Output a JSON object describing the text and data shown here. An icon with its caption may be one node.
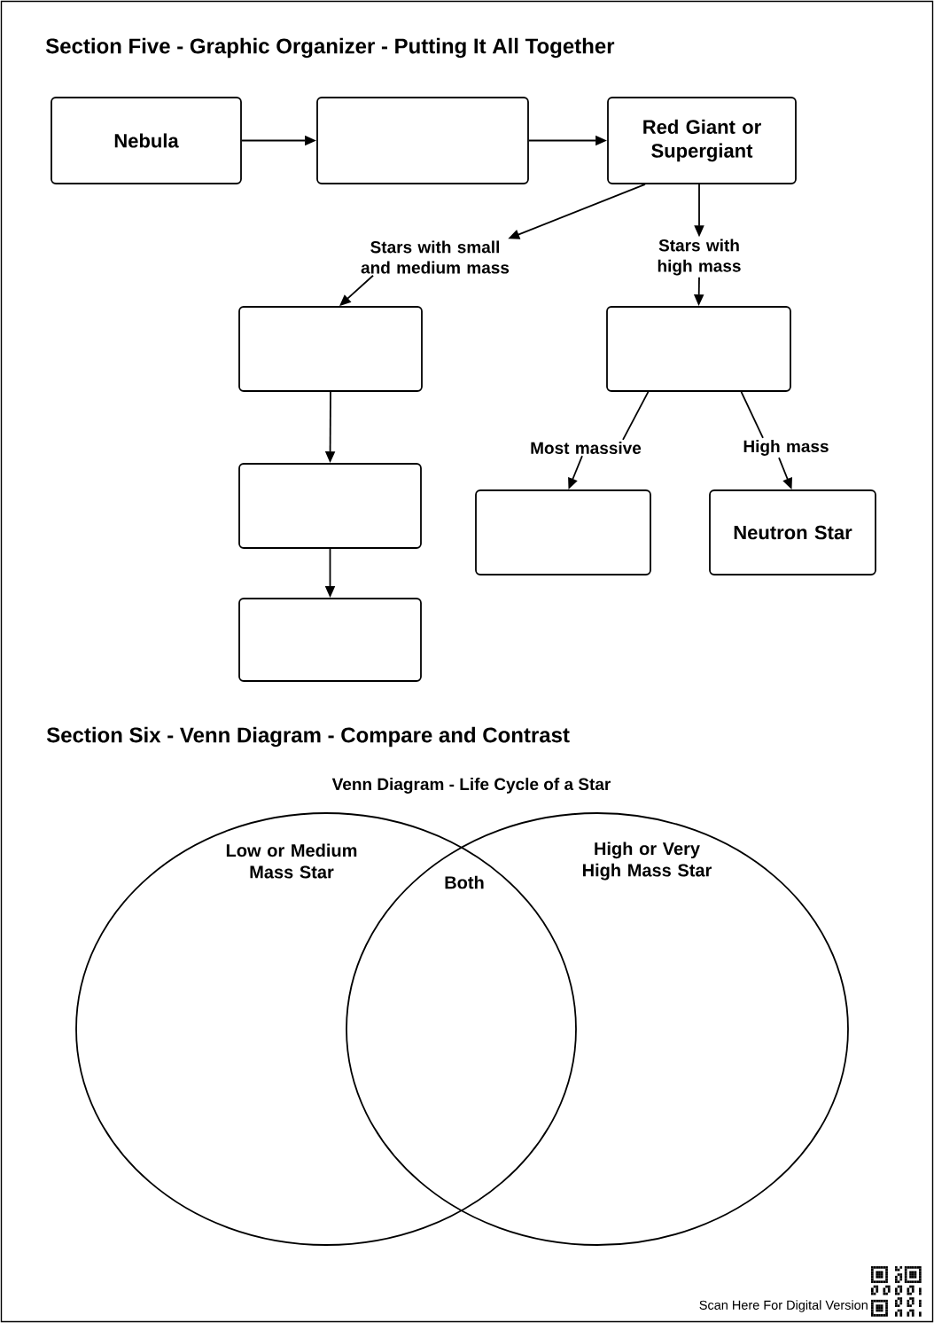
{
  "diagram": {
    "title": "Section Five - Graphic Organizer - Putting It All Together",
    "nodes": [
      {
        "text": [
          "Nebula"
        ]
      },
      {
        "text": [],
        "shape": "box"
      },
      {
        "text": [
          "Red Giant or Supergiant"
        ]
      },
      {
        "text": [
          "Stars with small and medium mass"
        ]
      },
      {
        "text": [
          "Stars with high mass"
        ]
      },
      {
        "text": [],
        "shape": "box"
      },
      {
        "text": [],
        "shape": "box"
      },
      {
        "text": [],
        "shape": "box"
      },
      {
        "text": [
          "Most massive"
        ]
      },
      {
        "text": [
          "High mass"
        ]
      },
      {
        "text": [],
        "shape": "box"
      },
      {
        "text": [
          "Neutron Star"
        ]
      },
      {
        "text": [],
        "shape": "box"
      },
      {
        "text": [
          "Low or Medium Mass Star"
        ]
      },
      {
        "text": [
          "High or Very High Mass Star"
        ]
      }
    ],
    "edges": [
      {
        "from": 0,
        "to": 1,
        "arrow": "to"
      },
      {
        "from": 1,
        "to": 2,
        "arrow": "to"
      },
      {
        "from": 2,
        "to": 3,
        "arrow": "to"
      },
      {
        "from": 2,
        "to": 4,
        "arrow": "to"
      },
      {
        "from": 3,
        "to": 5,
        "arrow": "to"
      },
      {
        "from": 4,
        "to": 6,
        "arrow": "to"
      },
      {
        "from": 5,
        "to": 7,
        "arrow": "to"
      },
      {
        "from": 6,
        "to": 8,
        "arrow": "none"
      },
      {
        "from": 6,
        "to": 9,
        "arrow": "none"
      },
      {
        "from": 8,
        "to": 10,
        "arrow": "to"
      },
      {
        "from": 9,
        "to": 11,
        "arrow": "to"
      },
      {
        "from": 7,
        "to": 12,
        "arrow": "to"
      }
    ],
    "labels": [
      "Section Six - Venn Diagram - Compare and Contrast",
      "Venn Diagram - Life Cycle of a Star",
      "Both",
      "Scan Here For Digital Version"
    ]
  }
}
